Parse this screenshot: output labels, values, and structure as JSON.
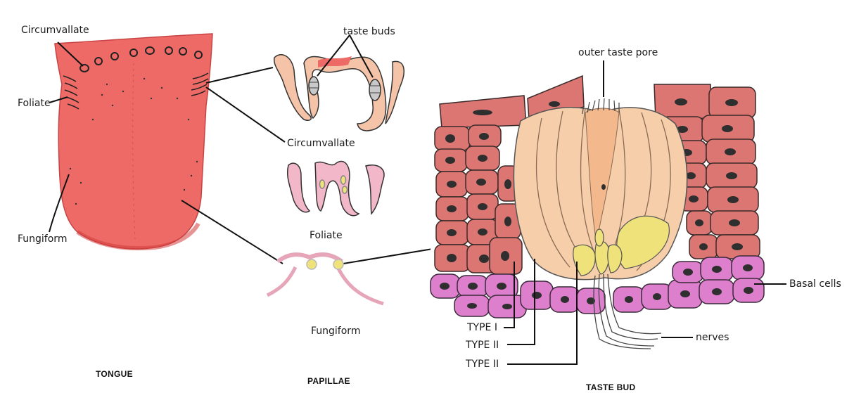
{
  "labels": {
    "circumvallate_tongue": "Circumvallate",
    "foliate_tongue": "Foliate",
    "fungiform_tongue": "Fungiform",
    "taste_buds": "taste buds",
    "circumvallate_papilla": "Circumvallate",
    "foliate_papilla": "Foliate",
    "fungiform_papilla": "Fungiform",
    "outer_taste_pore": "outer taste pore",
    "basal_cells": "Basal cells",
    "nerves": "nerves",
    "type_1": "TYPE I",
    "type_2a": "TYPE II",
    "type_2b": "TYPE II"
  },
  "captions": {
    "tongue": "TONGUE",
    "papillae": "PAPILLAE",
    "taste_bud": "TASTE BUD"
  },
  "colors": {
    "tongue": "#ee6a66",
    "tongue_edge": "#d94a48",
    "papilla_circumvallate": "#f5c4a8",
    "papilla_pink": "#f2b7c8",
    "taste_bud_cell": "#f6cfaa",
    "epithelial_cell": "#db7672",
    "basal_cell": "#de7fcd",
    "support_yellow": "#efe27a",
    "nucleus": "#2f2f2f",
    "line": "#111111"
  }
}
